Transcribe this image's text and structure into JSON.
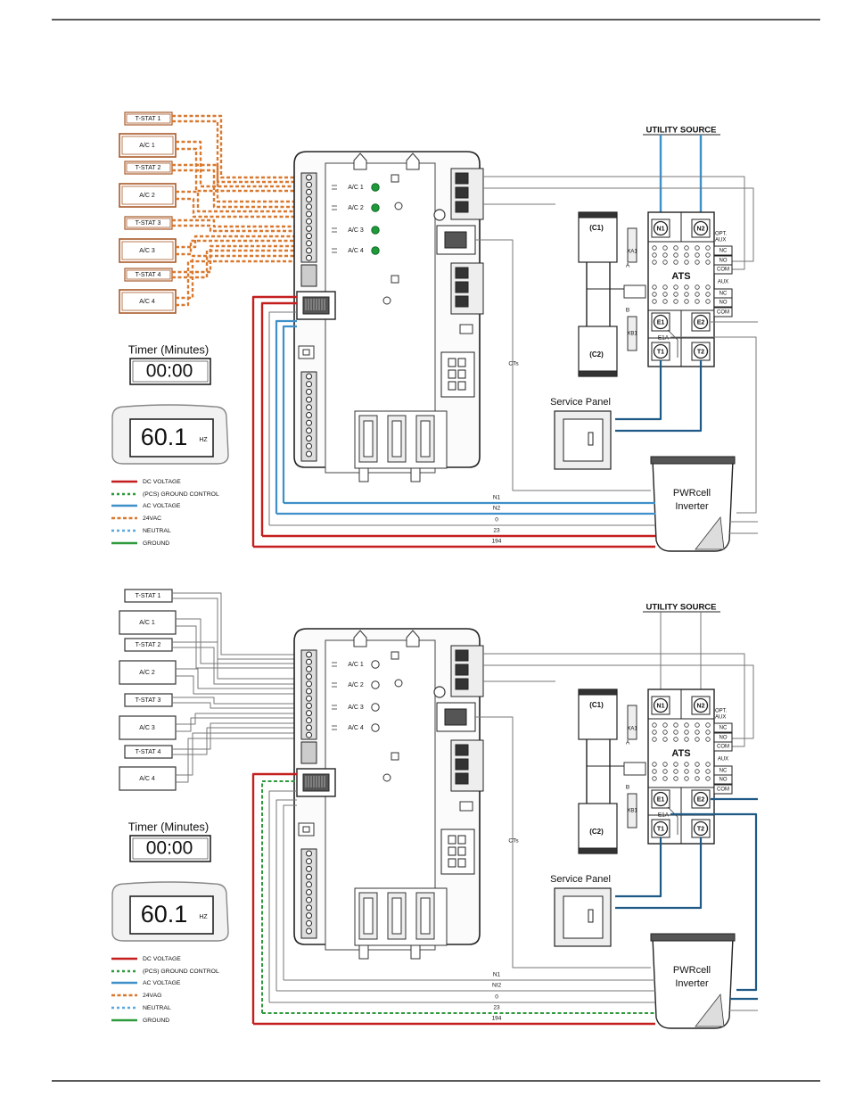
{
  "diagrams": [
    {
      "state": "active",
      "utility_source": "UTILITY SOURCE",
      "tstat_labels": [
        "T-STAT 1",
        "T-STAT 2",
        "T-STAT 3",
        "T-STAT 4"
      ],
      "ac_labels": [
        "A/C 1",
        "A/C 2",
        "A/C 3",
        "A/C 4"
      ],
      "ac_terminal_labels": [
        "A/C 1",
        "A/C 2",
        "A/C 3",
        "A/C 4"
      ],
      "led_colors": [
        "#1f9a3a",
        "#1f9a3a",
        "#1f9a3a",
        "#1f9a3a"
      ],
      "timer_title": "Timer (Minutes)",
      "timer_value": "00:00",
      "freq_value": "60.1",
      "freq_unit": "HZ",
      "service_panel": "Service Panel",
      "inverter": [
        "PWRcell",
        "Inverter"
      ],
      "ats_label": "ATS",
      "ats_top": [
        "N1",
        "N2"
      ],
      "ats_mid": [
        "E1",
        "E2"
      ],
      "ats_bottom": [
        "T1",
        "T2"
      ],
      "e1a": "E1A",
      "contactors": [
        "(C1)",
        "(C2)"
      ],
      "xa1": "XA1",
      "xb1": "XB1",
      "side_a": "A",
      "side_b": "B",
      "opt_aux": [
        "OPT.",
        "AUX"
      ],
      "aux_top": [
        "NC",
        "NO",
        "COM"
      ],
      "aux_label": "AUX",
      "aux_bottom": [
        "NC",
        "NO",
        "COM"
      ],
      "cts": "CTs",
      "bus_labels": [
        "N1",
        "N2",
        "0",
        "23",
        "194"
      ],
      "legend": [
        "DC VOLTAGE",
        "(PCS) GROUND CONTROL",
        "AC VOLTAGE",
        "24VAC",
        "NEUTRAL",
        "GROUND"
      ]
    },
    {
      "state": "inactive",
      "utility_source": "UTILITY SOURCE",
      "tstat_labels": [
        "T-STAT 1",
        "T-STAT 2",
        "T-STAT 3",
        "T-STAT 4"
      ],
      "ac_labels": [
        "A/C 1",
        "A/C 2",
        "A/C 3",
        "A/C 4"
      ],
      "ac_terminal_labels": [
        "A/C 1",
        "A/C 2",
        "A/C 3",
        "A/C 4"
      ],
      "led_colors": [
        "#ffffff",
        "#ffffff",
        "#ffffff",
        "#ffffff"
      ],
      "timer_title": "Timer (Minutes)",
      "timer_value": "00:00",
      "freq_value": "60.1",
      "freq_unit": "HZ",
      "service_panel": "Service Panel",
      "inverter": [
        "PWRcell",
        "Inverter"
      ],
      "ats_label": "ATS",
      "ats_top": [
        "N1",
        "N2"
      ],
      "ats_mid": [
        "E1",
        "E2"
      ],
      "ats_bottom": [
        "T1",
        "T2"
      ],
      "e1a": "E1A",
      "contactors": [
        "(C1)",
        "(C2)"
      ],
      "xa1": "XA1",
      "xb1": "XB1",
      "side_a": "A",
      "side_b": "B",
      "opt_aux": [
        "OPT.",
        "AUX"
      ],
      "aux_top": [
        "NC",
        "NO",
        "COM"
      ],
      "aux_label": "AUX",
      "aux_bottom": [
        "NC",
        "NO",
        "COM"
      ],
      "cts": "CTs",
      "bus_labels": [
        "N1",
        "NI2",
        "0",
        "23",
        "194"
      ],
      "legend": [
        "DC VOLTAGE",
        "(PCS) GROUND CONTROL",
        "AC VOLTAGE",
        "24VAG",
        "NEUTRAL",
        "GROUND"
      ]
    }
  ],
  "colors": {
    "dc": "#c41e1e",
    "ground_ctrl": "#2e9a3c",
    "ac": "#3f8fc9",
    "vac24": "#d9782f",
    "neutral": "#5aa7de",
    "ground": "#2e9a3c",
    "line": "#555555",
    "box_active": "#a85a2a",
    "navy": "#1f5a87"
  }
}
